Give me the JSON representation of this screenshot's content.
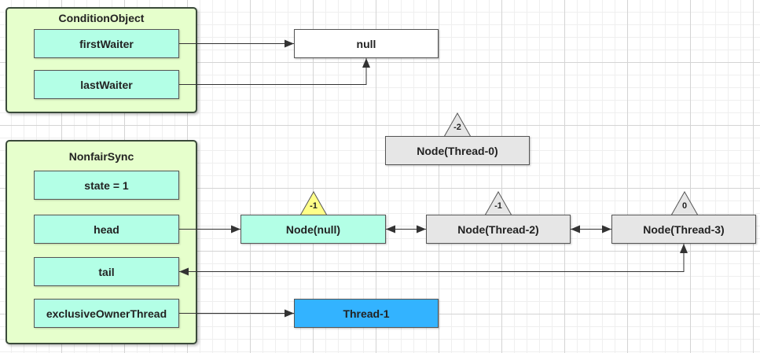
{
  "condition_object": {
    "title": "ConditionObject",
    "fields": [
      "firstWaiter",
      "lastWaiter"
    ]
  },
  "null_node": {
    "label": "null"
  },
  "nonfair_sync": {
    "title": "NonfairSync",
    "fields": [
      "state = 1",
      "head",
      "tail",
      "exclusiveOwnerThread"
    ]
  },
  "waiting_node": {
    "label": "Node(Thread-0)",
    "status": "-2"
  },
  "queue_nodes": [
    {
      "label": "Node(null)",
      "status": "-1"
    },
    {
      "label": "Node(Thread-2)",
      "status": "-1"
    },
    {
      "label": "Node(Thread-3)",
      "status": "0"
    }
  ],
  "owner_thread": {
    "label": "Thread-1"
  },
  "colors": {
    "container_fill": "#e6ffcc",
    "field_fill": "#b3ffe6",
    "node_gray": "#e6e6e6",
    "thread_blue": "#33b3ff",
    "status_yellow": "#ffff88",
    "status_gray": "#e6e6e6"
  }
}
